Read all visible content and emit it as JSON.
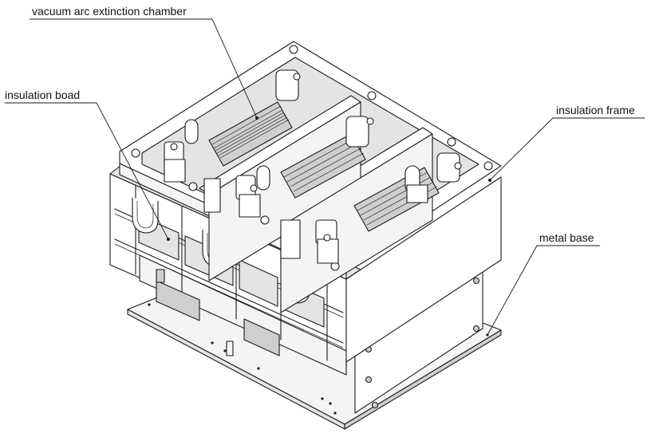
{
  "labels": {
    "vacuum_arc_extinction_chamber": "vacuum arc extinction chamber",
    "insulation_board": "insulation boad",
    "insulation_frame": "insulation frame",
    "metal_base": "metal base"
  },
  "colors": {
    "ink": "#1a1a1a",
    "background": "#ffffff"
  }
}
